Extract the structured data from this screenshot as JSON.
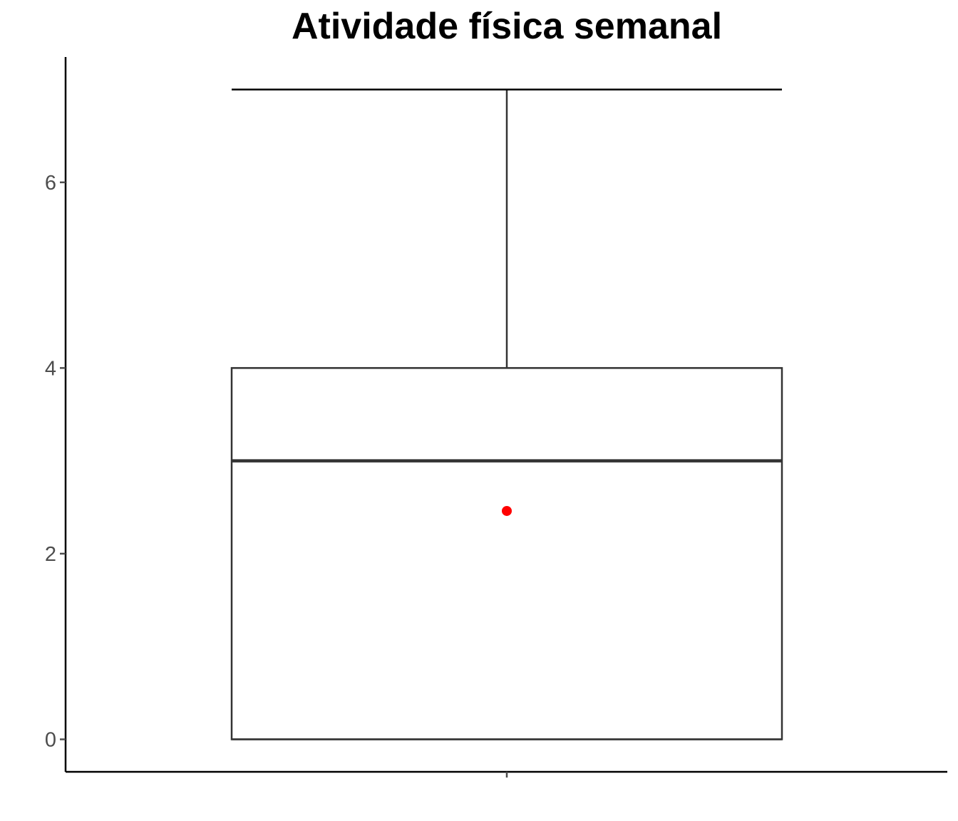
{
  "chart_data": {
    "type": "box",
    "title": "Atividade física semanal",
    "xlabel": "",
    "ylabel": "",
    "ylim": [
      -0.35,
      7.35
    ],
    "y_ticks": [
      0,
      2,
      4,
      6
    ],
    "x_ticks": [
      ""
    ],
    "grid": false,
    "legend": "none",
    "series": [
      {
        "min": 0,
        "q1": 0,
        "median": 3,
        "q3": 4,
        "max": 7,
        "mean": 2.46
      }
    ]
  },
  "colors": {
    "box_stroke": "#333333",
    "axis": "#000000",
    "tick_label": "#4d4d4d",
    "mean_point": "#ff0000",
    "background": "#ffffff"
  }
}
